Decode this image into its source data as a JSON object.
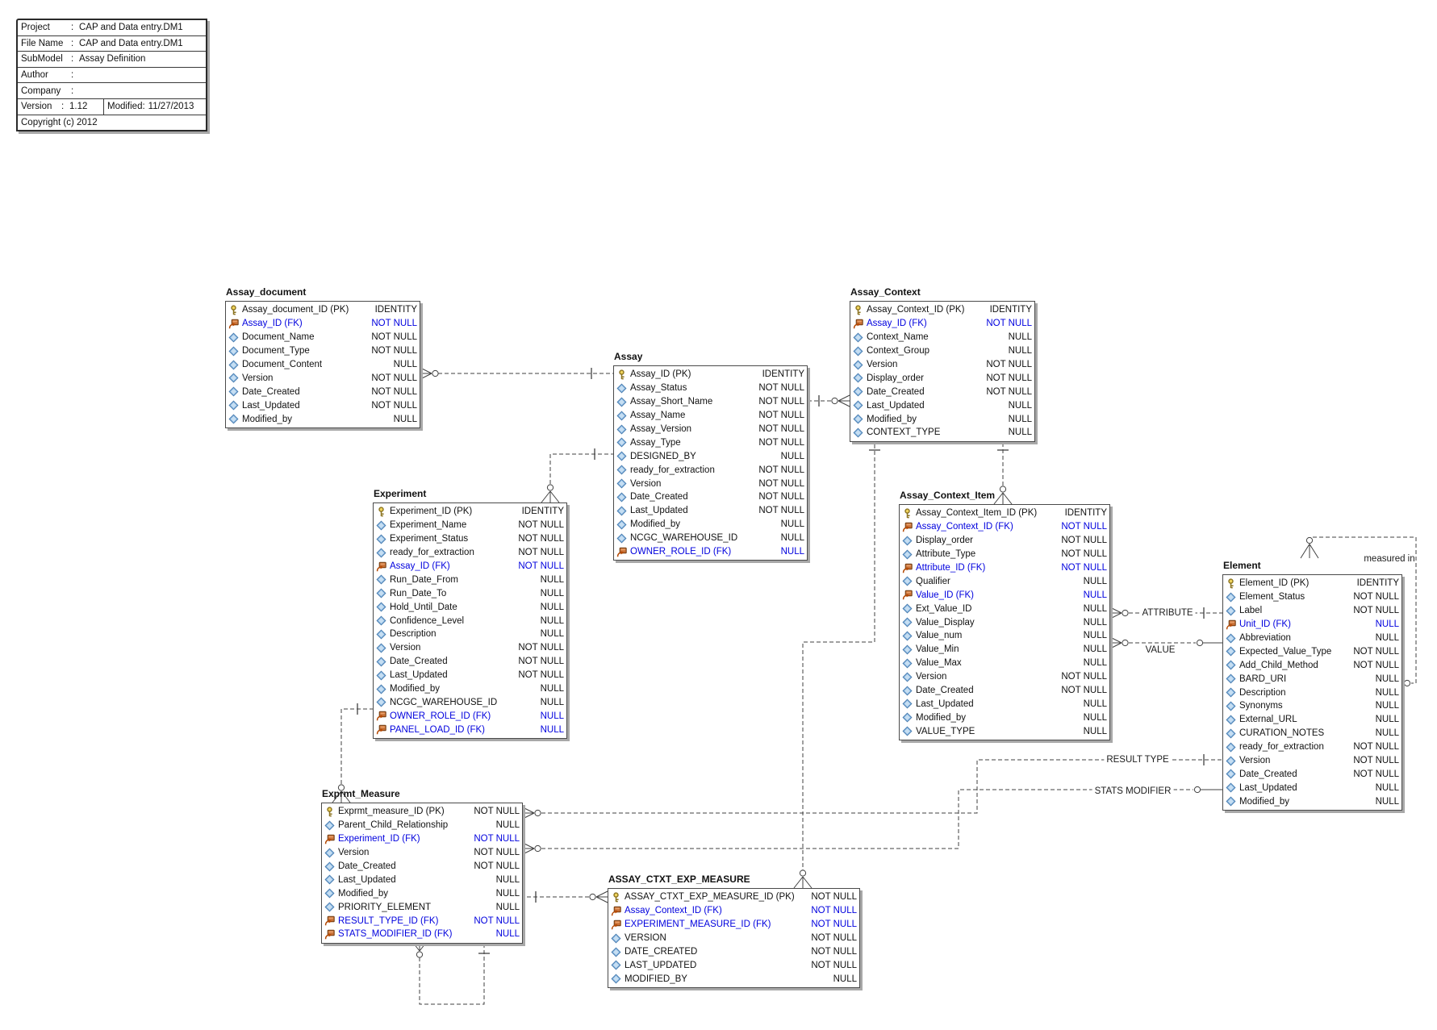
{
  "info_box": {
    "colon": ":",
    "rows": [
      {
        "label": "Project",
        "value": "CAP and Data entry.DM1"
      },
      {
        "label": "File Name",
        "value": "CAP and Data entry.DM1"
      },
      {
        "label": "SubModel",
        "value": "Assay Definition"
      },
      {
        "label": "Author",
        "value": ""
      },
      {
        "label": "Company",
        "value": ""
      }
    ],
    "version_label": "Version",
    "version_value": "1.12",
    "modified_label": "Modified:",
    "modified_value": "11/27/2013",
    "copyright": "Copyright (c) 2012"
  },
  "colors": {
    "fk_text": "#0000DE",
    "line": "#404040",
    "table_border": "#4a4a4a",
    "shadow": "#a8a8a8",
    "attribute_diamond": "#8FBCE6",
    "key_gold": "#F0D45C",
    "fk_icon_orange": "#C87137"
  },
  "entities": [
    {
      "name": "Assay_document",
      "columns": [
        [
          "key",
          "Assay_document_ID (PK)",
          "IDENTITY"
        ],
        [
          "fk",
          "Assay_ID (FK)",
          "NOT NULL"
        ],
        [
          "attr",
          "Document_Name",
          "NOT NULL"
        ],
        [
          "attr",
          "Document_Type",
          "NOT NULL"
        ],
        [
          "attr",
          "Document_Content",
          "NULL"
        ],
        [
          "attr",
          "Version",
          "NOT NULL"
        ],
        [
          "attr",
          "Date_Created",
          "NOT NULL"
        ],
        [
          "attr",
          "Last_Updated",
          "NOT NULL"
        ],
        [
          "attr",
          "Modified_by",
          "NULL"
        ]
      ]
    },
    {
      "name": "Assay",
      "columns": [
        [
          "key",
          "Assay_ID (PK)",
          "IDENTITY"
        ],
        [
          "attr",
          "Assay_Status",
          "NOT NULL"
        ],
        [
          "attr",
          "Assay_Short_Name",
          "NOT NULL"
        ],
        [
          "attr",
          "Assay_Name",
          "NOT NULL"
        ],
        [
          "attr",
          "Assay_Version",
          "NOT NULL"
        ],
        [
          "attr",
          "Assay_Type",
          "NOT NULL"
        ],
        [
          "attr",
          "DESIGNED_BY",
          "NULL"
        ],
        [
          "attr",
          "ready_for_extraction",
          "NOT NULL"
        ],
        [
          "attr",
          "Version",
          "NOT NULL"
        ],
        [
          "attr",
          "Date_Created",
          "NOT NULL"
        ],
        [
          "attr",
          "Last_Updated",
          "NOT NULL"
        ],
        [
          "attr",
          "Modified_by",
          "NULL"
        ],
        [
          "attr",
          "NCGC_WAREHOUSE_ID",
          "NULL"
        ],
        [
          "fk",
          "OWNER_ROLE_ID (FK)",
          "NULL"
        ]
      ]
    },
    {
      "name": "Assay_Context",
      "columns": [
        [
          "key",
          "Assay_Context_ID (PK)",
          "IDENTITY"
        ],
        [
          "fk",
          "Assay_ID (FK)",
          "NOT NULL"
        ],
        [
          "attr",
          "Context_Name",
          "NULL"
        ],
        [
          "attr",
          "Context_Group",
          "NULL"
        ],
        [
          "attr",
          "Version",
          "NOT NULL"
        ],
        [
          "attr",
          "Display_order",
          "NOT NULL"
        ],
        [
          "attr",
          "Date_Created",
          "NOT NULL"
        ],
        [
          "attr",
          "Last_Updated",
          "NULL"
        ],
        [
          "attr",
          "Modified_by",
          "NULL"
        ],
        [
          "attr",
          "CONTEXT_TYPE",
          "NULL"
        ]
      ]
    },
    {
      "name": "Experiment",
      "columns": [
        [
          "key",
          "Experiment_ID (PK)",
          "IDENTITY"
        ],
        [
          "attr",
          "Experiment_Name",
          "NOT NULL"
        ],
        [
          "attr",
          "Experiment_Status",
          "NOT NULL"
        ],
        [
          "attr",
          "ready_for_extraction",
          "NOT NULL"
        ],
        [
          "fk",
          "Assay_ID (FK)",
          "NOT NULL"
        ],
        [
          "attr",
          "Run_Date_From",
          "NULL"
        ],
        [
          "attr",
          "Run_Date_To",
          "NULL"
        ],
        [
          "attr",
          "Hold_Until_Date",
          "NULL"
        ],
        [
          "attr",
          "Confidence_Level",
          "NULL"
        ],
        [
          "attr",
          "Description",
          "NULL"
        ],
        [
          "attr",
          "Version",
          "NOT NULL"
        ],
        [
          "attr",
          "Date_Created",
          "NOT NULL"
        ],
        [
          "attr",
          "Last_Updated",
          "NOT NULL"
        ],
        [
          "attr",
          "Modified_by",
          "NULL"
        ],
        [
          "attr",
          "NCGC_WAREHOUSE_ID",
          "NULL"
        ],
        [
          "fk",
          "OWNER_ROLE_ID (FK)",
          "NULL"
        ],
        [
          "fk",
          "PANEL_LOAD_ID (FK)",
          "NULL"
        ]
      ]
    },
    {
      "name": "Assay_Context_Item",
      "columns": [
        [
          "key",
          "Assay_Context_Item_ID (PK)",
          "IDENTITY"
        ],
        [
          "fk",
          "Assay_Context_ID (FK)",
          "NOT NULL"
        ],
        [
          "attr",
          "Display_order",
          "NOT NULL"
        ],
        [
          "attr",
          "Attribute_Type",
          "NOT NULL"
        ],
        [
          "fk",
          "Attribute_ID (FK)",
          "NOT NULL"
        ],
        [
          "attr",
          "Qualifier",
          "NULL"
        ],
        [
          "fk",
          "Value_ID (FK)",
          "NULL"
        ],
        [
          "attr",
          "Ext_Value_ID",
          "NULL"
        ],
        [
          "attr",
          "Value_Display",
          "NULL"
        ],
        [
          "attr",
          "Value_num",
          "NULL"
        ],
        [
          "attr",
          "Value_Min",
          "NULL"
        ],
        [
          "attr",
          "Value_Max",
          "NULL"
        ],
        [
          "attr",
          "Version",
          "NOT NULL"
        ],
        [
          "attr",
          "Date_Created",
          "NOT NULL"
        ],
        [
          "attr",
          "Last_Updated",
          "NULL"
        ],
        [
          "attr",
          "Modified_by",
          "NULL"
        ],
        [
          "attr",
          "VALUE_TYPE",
          "NULL"
        ]
      ]
    },
    {
      "name": "Element",
      "columns": [
        [
          "key",
          "Element_ID (PK)",
          "IDENTITY"
        ],
        [
          "attr",
          "Element_Status",
          "NOT NULL"
        ],
        [
          "attr",
          "Label",
          "NOT NULL"
        ],
        [
          "fk",
          "Unit_ID (FK)",
          "NULL"
        ],
        [
          "attr",
          "Abbreviation",
          "NULL"
        ],
        [
          "attr",
          "Expected_Value_Type",
          "NOT NULL"
        ],
        [
          "attr",
          "Add_Child_Method",
          "NOT NULL"
        ],
        [
          "attr",
          "BARD_URI",
          "NULL"
        ],
        [
          "attr",
          "Description",
          "NULL"
        ],
        [
          "attr",
          "Synonyms",
          "NULL"
        ],
        [
          "attr",
          "External_URL",
          "NULL"
        ],
        [
          "attr",
          "CURATION_NOTES",
          "NULL"
        ],
        [
          "attr",
          "ready_for_extraction",
          "NOT NULL"
        ],
        [
          "attr",
          "Version",
          "NOT NULL"
        ],
        [
          "attr",
          "Date_Created",
          "NOT NULL"
        ],
        [
          "attr",
          "Last_Updated",
          "NULL"
        ],
        [
          "attr",
          "Modified_by",
          "NULL"
        ]
      ]
    },
    {
      "name": "Exprmt_Measure",
      "columns": [
        [
          "key",
          "Exprmt_measure_ID (PK)",
          "NOT NULL"
        ],
        [
          "attr",
          "Parent_Child_Relationship",
          "NULL"
        ],
        [
          "fk",
          "Experiment_ID (FK)",
          "NOT NULL"
        ],
        [
          "attr",
          "Version",
          "NOT NULL"
        ],
        [
          "attr",
          "Date_Created",
          "NOT NULL"
        ],
        [
          "attr",
          "Last_Updated",
          "NULL"
        ],
        [
          "attr",
          "Modified_by",
          "NULL"
        ],
        [
          "attr",
          "PRIORITY_ELEMENT",
          "NULL"
        ],
        [
          "fk",
          "RESULT_TYPE_ID (FK)",
          "NOT NULL"
        ],
        [
          "fk",
          "STATS_MODIFIER_ID (FK)",
          "NULL"
        ]
      ]
    },
    {
      "name": "ASSAY_CTXT_EXP_MEASURE",
      "columns": [
        [
          "key",
          "ASSAY_CTXT_EXP_MEASURE_ID (PK)",
          "NOT NULL"
        ],
        [
          "fk",
          "Assay_Context_ID (FK)",
          "NOT NULL"
        ],
        [
          "fk",
          "EXPERIMENT_MEASURE_ID (FK)",
          "NOT NULL"
        ],
        [
          "attr",
          "VERSION",
          "NOT NULL"
        ],
        [
          "attr",
          "DATE_CREATED",
          "NOT NULL"
        ],
        [
          "attr",
          "LAST_UPDATED",
          "NOT NULL"
        ],
        [
          "attr",
          "MODIFIED_BY",
          "NULL"
        ]
      ]
    }
  ],
  "relationship_labels": {
    "attribute": "ATTRIBUTE",
    "value": "VALUE",
    "result_type": "RESULT TYPE",
    "stats_modifier": "STATS MODIFIER",
    "measured_in": "measured in"
  }
}
